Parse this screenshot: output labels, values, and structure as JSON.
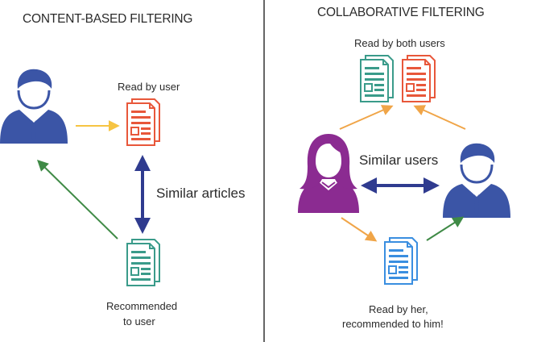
{
  "left_panel": {
    "title": "CONTENT-BASED FILTERING",
    "read_label": "Read by user",
    "similar_label": "Similar articles",
    "recommended_line1": "Recommended",
    "recommended_line2": "to user"
  },
  "right_panel": {
    "title": "COLLABORATIVE FILTERING",
    "read_both_label": "Read by both users",
    "similar_users_label": "Similar users",
    "read_her_line1": "Read by her,",
    "read_her_line2": "recommended to him!"
  },
  "colors": {
    "user_blue": "#3b55a6",
    "user_purple": "#8b2b91",
    "doc_red": "#e8573a",
    "doc_teal": "#3a9b8a",
    "doc_blue": "#3a8ee0",
    "arrow_yellow": "#f6c443",
    "arrow_green": "#3f8a46",
    "arrow_navy": "#2f3b8f",
    "arrow_orange": "#f0a548",
    "divider": "#333333"
  },
  "icons": [
    "male-user-icon",
    "female-user-icon",
    "document-icon"
  ]
}
